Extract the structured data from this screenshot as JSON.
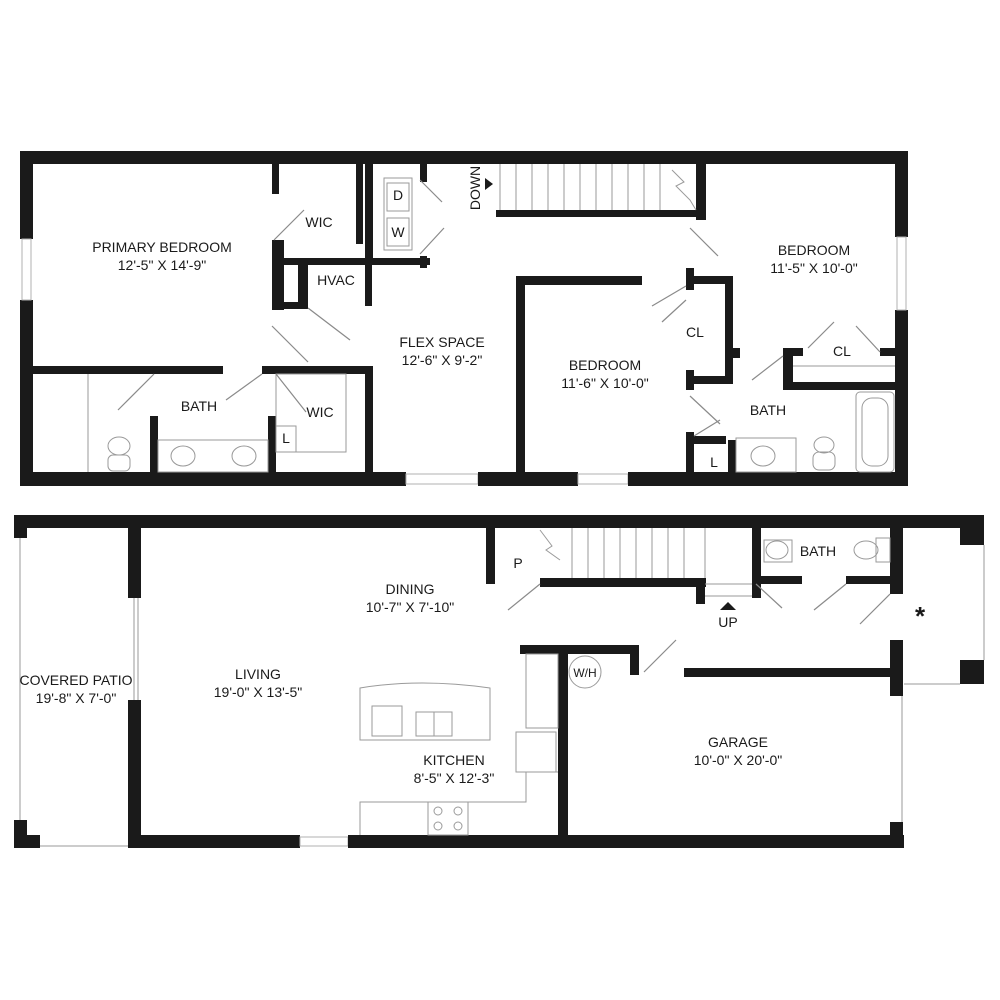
{
  "upper_floor": {
    "primary_bedroom": {
      "name": "PRIMARY BEDROOM",
      "dims": "12'-5\" X 14'-9\""
    },
    "wic_top": "WIC",
    "hvac": "HVAC",
    "washer": "W",
    "dryer": "D",
    "stair_down": "DOWN",
    "flex_space": {
      "name": "FLEX SPACE",
      "dims": "12'-6\" X 9'-2\""
    },
    "bedroom_right": {
      "name": "BEDROOM",
      "dims": "11'-5\" X 10'-0\""
    },
    "bedroom_mid": {
      "name": "BEDROOM",
      "dims": "11'-6\" X 10'-0\""
    },
    "closet_mid": "CL",
    "closet_right": "CL",
    "bath_left": "BATH",
    "wic_bottom": "WIC",
    "linen_left": "L",
    "bath_right": "BATH",
    "linen_right": "L"
  },
  "lower_floor": {
    "covered_patio": {
      "name": "COVERED PATIO",
      "dims": "19'-8\" X 7'-0\""
    },
    "living": {
      "name": "LIVING",
      "dims": "19'-0\" X 13'-5\""
    },
    "dining": {
      "name": "DINING",
      "dims": "10'-7\" X 7'-10\""
    },
    "pantry": "P",
    "kitchen": {
      "name": "KITCHEN",
      "dims": "8'-5\" X 12'-3\""
    },
    "water_heater": "W/H",
    "stair_up": "UP",
    "bath": "BATH",
    "garage": {
      "name": "GARAGE",
      "dims": "10'-0\" X 20'-0\""
    },
    "entry_marker": "*"
  }
}
